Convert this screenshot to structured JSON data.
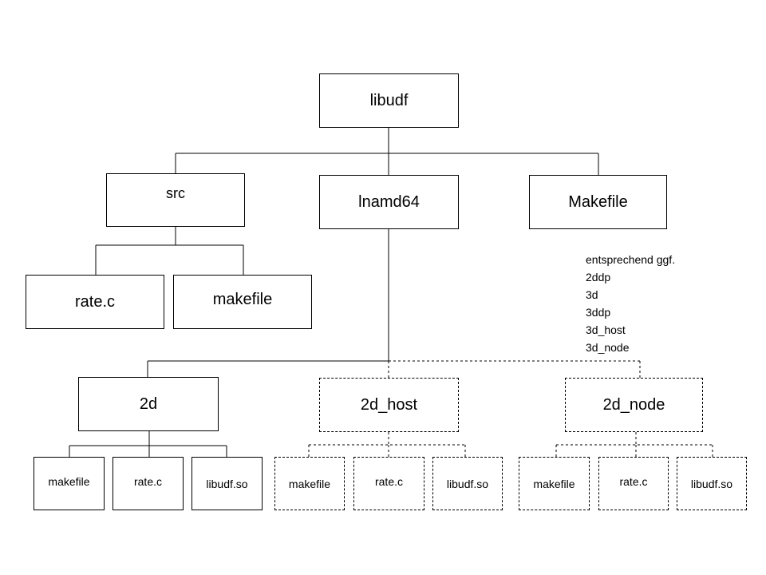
{
  "root": {
    "label": "libudf"
  },
  "level1": {
    "src": "src",
    "lnamd64": "lnamd64",
    "makefile": "Makefile"
  },
  "src_children": {
    "rate_c": "rate.c",
    "makefile": "makefile"
  },
  "note_lines": [
    "entsprechend ggf.",
    "2ddp",
    "3d",
    "3ddp",
    "3d_host",
    "3d_node"
  ],
  "level2": {
    "d2": "2d",
    "d2_host": "2d_host",
    "d2_node": "2d_node"
  },
  "d2_children": {
    "makefile": "makefile",
    "rate_c": "rate.c",
    "libudf_so": "libudf.so"
  },
  "d2_host_children": {
    "makefile": "makefile",
    "rate_c": "rate.c",
    "libudf_so": "libudf.so"
  },
  "d2_node_children": {
    "makefile": "makefile",
    "rate_c": "rate.c",
    "libudf_so": "libudf.so"
  }
}
